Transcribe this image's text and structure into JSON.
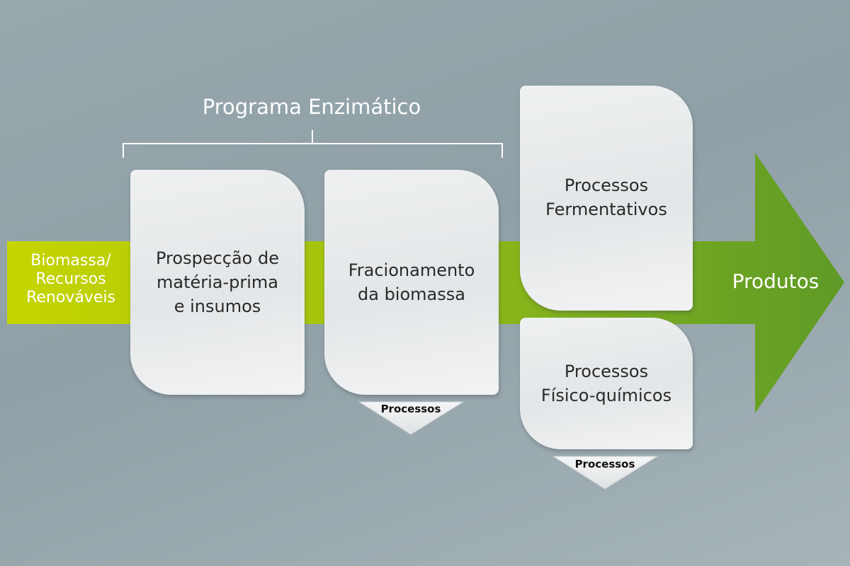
{
  "colors": {
    "arrow_start": "#c6d500",
    "arrow_end": "#5e9a26",
    "card_fill": "#e8eaec",
    "bracket": "#ffffff"
  },
  "bracket": {
    "label": "Programa Enzimático"
  },
  "input": {
    "label": "Biomassa/\nRecursos\nRenováveis"
  },
  "output": {
    "label": "Produtos"
  },
  "cards": {
    "prospeccao": "Prospecção de\nmatéria-prima\ne insumos",
    "fracionamento": "Fracionamento\nda biomassa",
    "fermentativos": "Processos\nFermentativos",
    "fisico_quimicos": "Processos\nFísico-químicos"
  },
  "process_markers": [
    {
      "label": "Processos"
    },
    {
      "label": "Processos"
    }
  ]
}
